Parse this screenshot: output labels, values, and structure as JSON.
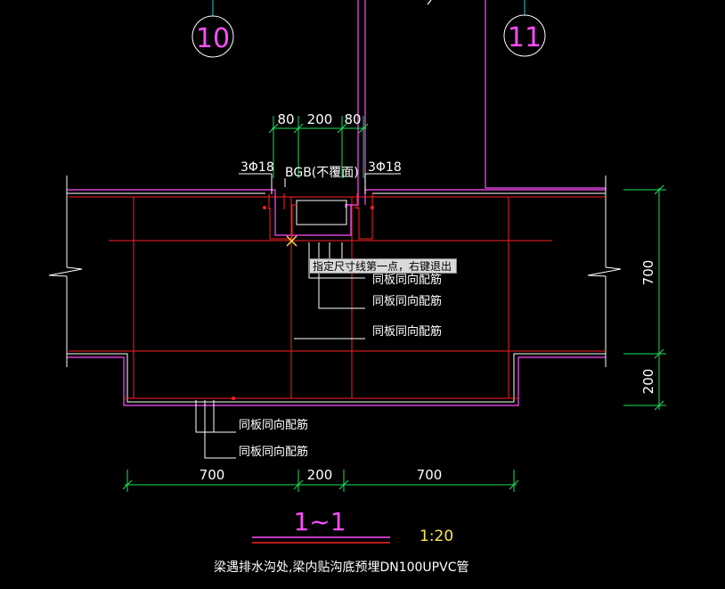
{
  "grid_axes": {
    "left": "10",
    "right": "11"
  },
  "dims_top": {
    "a": "80",
    "b": "200",
    "c": "80"
  },
  "dims_right": {
    "upper": "700",
    "lower": "200"
  },
  "dims_bottom": {
    "a": "700",
    "b": "200",
    "c": "700"
  },
  "rebar": {
    "left": "3Φ18",
    "right": "3Φ18"
  },
  "embedded_label": "BGB(不覆面)",
  "callouts": [
    "同板同向配筋",
    "同板同向配筋",
    "同板同向配筋",
    "同板同向配筋",
    "同板同向配筋"
  ],
  "tooltip": "指定尺寸线第一点，右键退出",
  "section_mark": "1~1",
  "scale": "1:20",
  "caption": "梁遇排水沟处,梁内贴沟底预埋DN100UPVC管",
  "colors": {
    "bg": "#000000",
    "red": "#ff2020",
    "magenta": "#ff4dff",
    "white": "#ffffff",
    "green": "#19e05a",
    "cyan": "#20d0d0",
    "yellow": "#ffe64a"
  }
}
